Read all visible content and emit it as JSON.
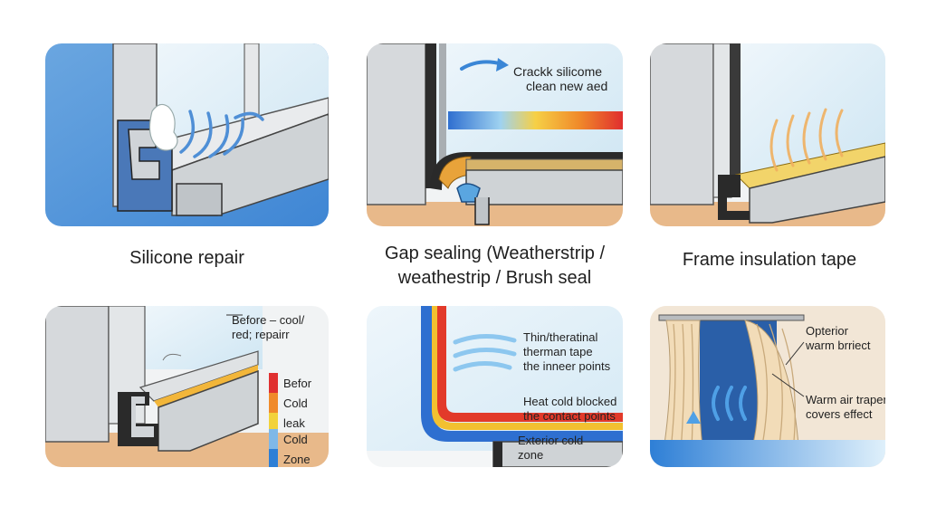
{
  "captions": {
    "silicone": "Silicone repair",
    "gap_line1": "Gap sealing (Weatherstrip /",
    "gap_line2": "weathestrip / Brush seal",
    "frame": "Frame insulation tape"
  },
  "panel2_notes": [
    "Crackk silicome",
    "clean new aed"
  ],
  "panel4_notes": {
    "title": [
      "Before – cool/",
      "red; repairr"
    ],
    "legend": [
      {
        "label": "Befor",
        "color": "#e03030"
      },
      {
        "label": "Cold",
        "color": "#f08a2a"
      },
      {
        "label": "leak",
        "color": "#f2d23a"
      },
      {
        "label": "Cold",
        "color": "#7fb8e8"
      },
      {
        "label": "Zone",
        "color": "#2e7fd6"
      }
    ]
  },
  "panel5_notes": {
    "tape": [
      "Thin/theratinal",
      "therman tape",
      "the inneer points"
    ],
    "heat": [
      "Heat cold blocked",
      "the contact points"
    ],
    "exterior": [
      "Exterior cold",
      "zone"
    ]
  },
  "panel6_notes": {
    "top": [
      "Opterior",
      "warm brriect"
    ],
    "bottom": [
      "Warm air trapem",
      "covers effect"
    ]
  }
}
